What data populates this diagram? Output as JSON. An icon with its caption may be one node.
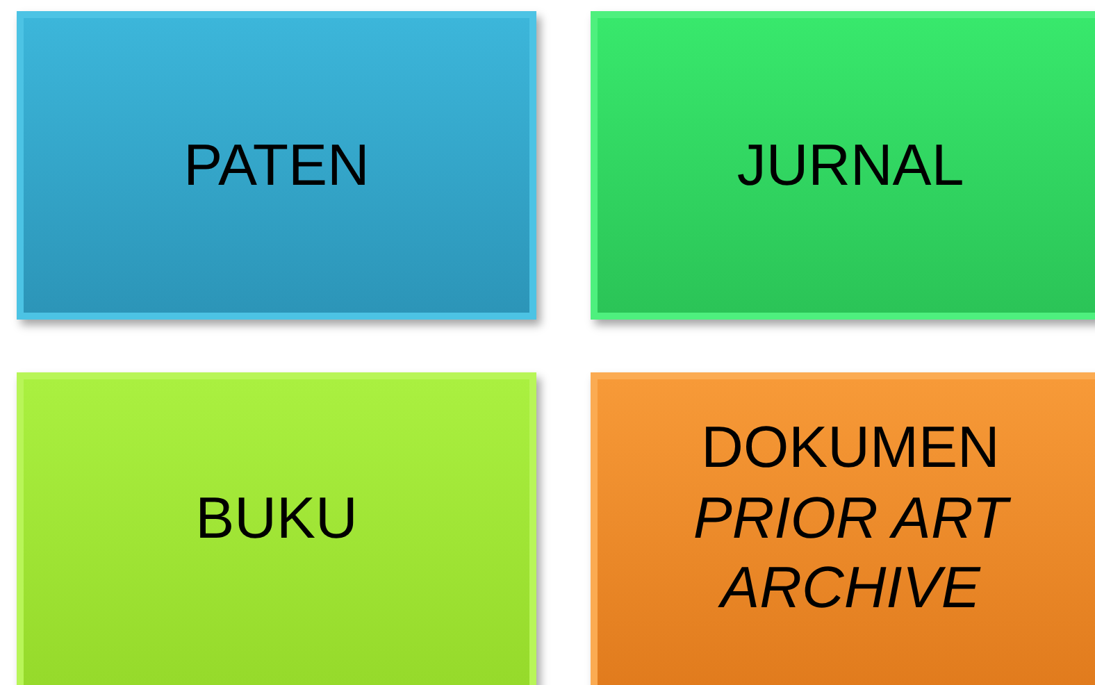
{
  "diagram": {
    "nodes": [
      {
        "text": [
          "PATEN"
        ]
      },
      {
        "text": [
          "JURNAL"
        ]
      },
      {
        "text": [
          "BUKU"
        ]
      },
      {
        "text": [
          "DOKUMEN *PRIOR ART ARCHIVE*"
        ]
      }
    ]
  }
}
